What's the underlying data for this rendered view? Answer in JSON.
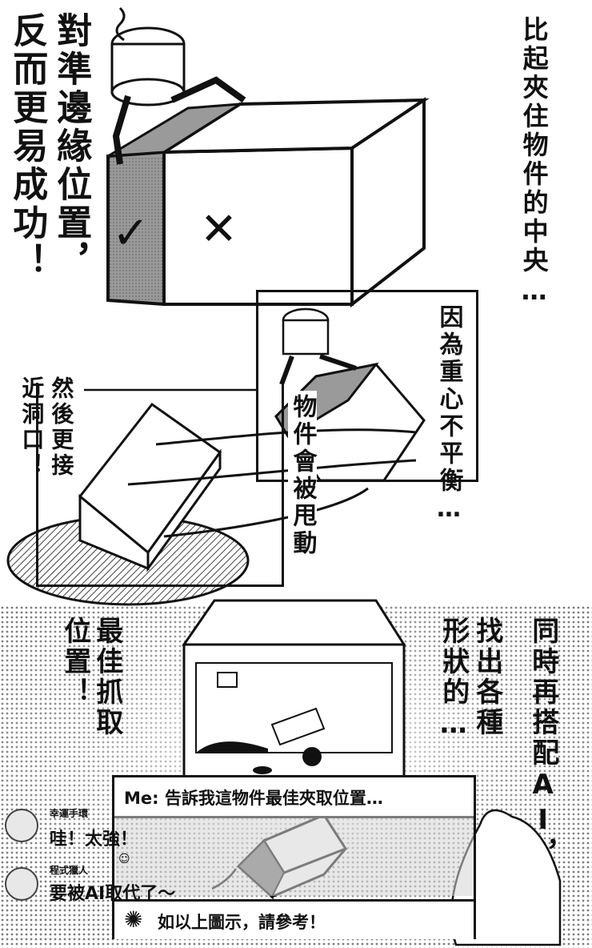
{
  "top_left_caption_col1": "反而更易成功！",
  "top_left_caption_col2": "對準邊緣位置，",
  "top_right_caption": "比起夾住物件的中央…",
  "inset_caption_right": "因為重心不平衡…",
  "inset_caption_center": "物件會被甩動",
  "left_caption_col1": "然後更接",
  "left_caption_col2": "近洞口！",
  "bottom_caption_col1": "同時再搭配AI，",
  "bottom_caption_col2": "找出各種",
  "bottom_caption_col3": "形狀的…",
  "bottom_caption_col4": "最佳抓取",
  "bottom_caption_col5": "位置！",
  "ai_prompt": "Me: 告訴我這物件最佳夾取位置…",
  "ai_reply": "如以上圖示，請參考！",
  "comments": [
    {
      "user": "幸運手環",
      "text": "哇！太強！"
    },
    {
      "user": "程式獵人",
      "text": "要被AI取代了～"
    }
  ],
  "marks": {
    "check": "✓",
    "cross": "✕"
  },
  "colors": {
    "ink": "#111111",
    "gray_face": "#9a9a9a",
    "halftone": "#bdbdbd"
  }
}
